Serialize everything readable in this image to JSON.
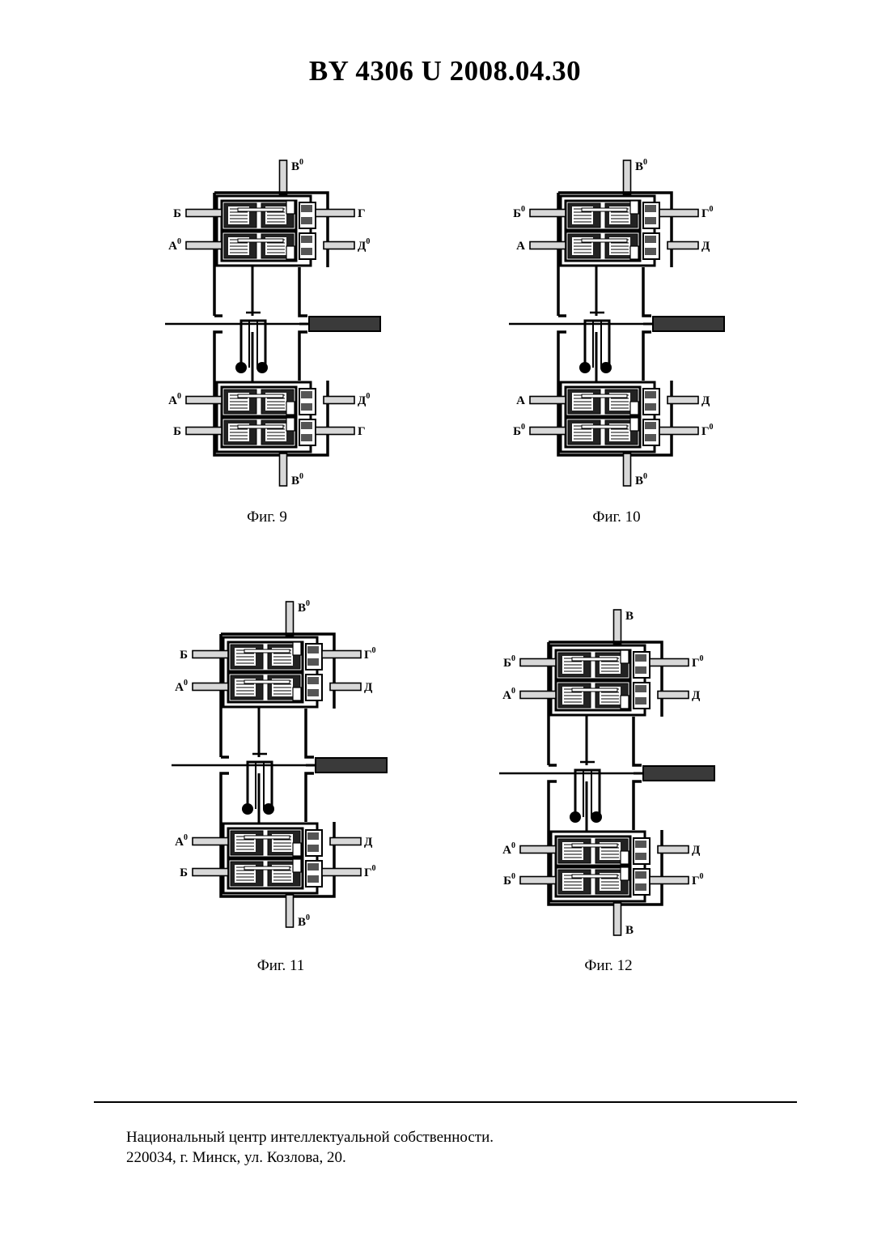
{
  "header": {
    "title": "BY  4306  U  2008.04.30"
  },
  "figures": [
    {
      "caption": "Фиг. 9",
      "labels": {
        "top": {
          "text": "В",
          "sup": "0"
        },
        "upper_left_1": {
          "text": "Б",
          "sup": ""
        },
        "upper_right_1": {
          "text": "Г",
          "sup": ""
        },
        "upper_left_2": {
          "text": "А",
          "sup": "0"
        },
        "upper_right_2": {
          "text": "Д",
          "sup": "0"
        },
        "lower_left_1": {
          "text": "А",
          "sup": "0"
        },
        "lower_right_1": {
          "text": "Д",
          "sup": "0"
        },
        "lower_left_2": {
          "text": "Б",
          "sup": ""
        },
        "lower_right_2": {
          "text": "Г",
          "sup": ""
        },
        "bottom": {
          "text": "В",
          "sup": "0"
        }
      }
    },
    {
      "caption": "Фиг. 10",
      "labels": {
        "top": {
          "text": "В",
          "sup": "0"
        },
        "upper_left_1": {
          "text": "Б",
          "sup": "0"
        },
        "upper_right_1": {
          "text": "Г",
          "sup": "0"
        },
        "upper_left_2": {
          "text": "А",
          "sup": ""
        },
        "upper_right_2": {
          "text": "Д",
          "sup": ""
        },
        "lower_left_1": {
          "text": "А",
          "sup": ""
        },
        "lower_right_1": {
          "text": "Д",
          "sup": ""
        },
        "lower_left_2": {
          "text": "Б",
          "sup": "0"
        },
        "lower_right_2": {
          "text": "Г",
          "sup": "0"
        },
        "bottom": {
          "text": "В",
          "sup": "0"
        }
      }
    },
    {
      "caption": "Фиг. 11",
      "labels": {
        "top": {
          "text": "В",
          "sup": "0"
        },
        "upper_left_1": {
          "text": "Б",
          "sup": ""
        },
        "upper_right_1": {
          "text": "Г",
          "sup": "0"
        },
        "upper_left_2": {
          "text": "А",
          "sup": "0"
        },
        "upper_right_2": {
          "text": "Д",
          "sup": ""
        },
        "lower_left_1": {
          "text": "А",
          "sup": "0"
        },
        "lower_right_1": {
          "text": "Д",
          "sup": ""
        },
        "lower_left_2": {
          "text": "Б",
          "sup": ""
        },
        "lower_right_2": {
          "text": "Г",
          "sup": "0"
        },
        "bottom": {
          "text": "В",
          "sup": "0"
        }
      }
    },
    {
      "caption": "Фиг. 12",
      "labels": {
        "top": {
          "text": "В",
          "sup": ""
        },
        "upper_left_1": {
          "text": "Б",
          "sup": "0"
        },
        "upper_right_1": {
          "text": "Г",
          "sup": "0"
        },
        "upper_left_2": {
          "text": "А",
          "sup": "0"
        },
        "upper_right_2": {
          "text": "Д",
          "sup": ""
        },
        "lower_left_1": {
          "text": "А",
          "sup": "0"
        },
        "lower_right_1": {
          "text": "Д",
          "sup": ""
        },
        "lower_left_2": {
          "text": "Б",
          "sup": "0"
        },
        "lower_right_2": {
          "text": "Г",
          "sup": "0"
        },
        "bottom": {
          "text": "В",
          "sup": ""
        }
      }
    }
  ],
  "footer": {
    "line1": "Национальный центр интеллектуальной собственности.",
    "line2": "220034, г. Минск, ул. Козлова, 20."
  }
}
